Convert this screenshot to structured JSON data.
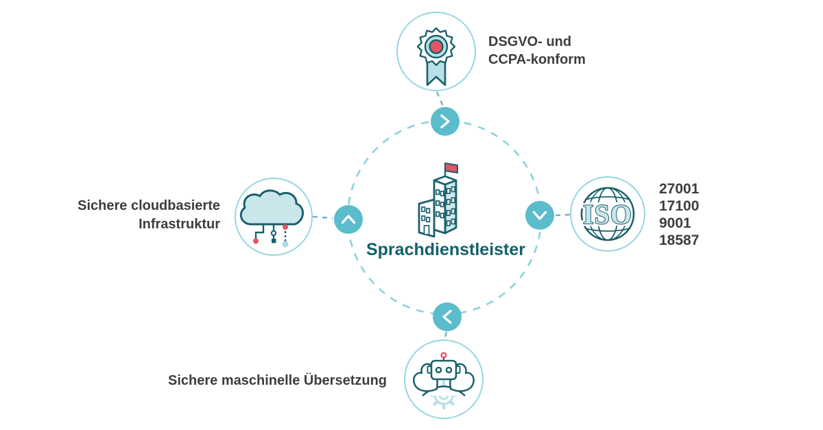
{
  "title": {
    "center": "Sprachdienstleister"
  },
  "nodes": {
    "top": {
      "label_line1": "DSGVO- und",
      "label_line2": "CCPA-konform",
      "icon": "certificate-badge"
    },
    "right": {
      "iso_text": "ISO",
      "lines": [
        "27001",
        "17100",
        "9001",
        "18587"
      ],
      "icon": "iso-globe"
    },
    "left": {
      "label_line1": "Sichere cloudbasierte",
      "label_line2": "Infrastruktur",
      "icon": "secure-cloud"
    },
    "bottom": {
      "label": "Sichere maschinelle Übersetzung",
      "icon": "strong-robot"
    }
  },
  "chevrons": {
    "top": "chevron-right",
    "right": "chevron-down",
    "bottom": "chevron-left",
    "left": "chevron-up"
  },
  "colors": {
    "accent_teal": "#5bbccb",
    "outline_teal": "#19606b",
    "light_blue_fill": "#c9e6eb",
    "ring_blue": "#8ad2de",
    "circle_border_blue": "#97d6e2",
    "accent_red": "#e15566",
    "label_text": "#3d3d3d",
    "title_text": "#14616c",
    "background": "#ffffff"
  }
}
